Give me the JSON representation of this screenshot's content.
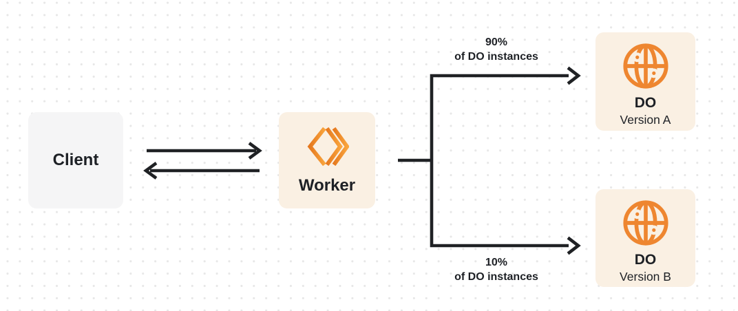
{
  "colors": {
    "accent_orange": "#EE8630",
    "accent_orange_dark": "#E5791F",
    "accent_orange_light": "#F9A43C",
    "box_cream": "#FAF0E3",
    "box_gray": "#F5F5F6",
    "line_dark": "#1F2124",
    "text_dark": "#1D2025",
    "dot_grid": "#E7E7E7"
  },
  "nodes": {
    "client": {
      "label": "Client"
    },
    "worker": {
      "label": "Worker",
      "icon": "cloudflare-workers-icon"
    },
    "do_version_a": {
      "title": "DO",
      "subtitle": "Version A",
      "icon": "durable-object-globe-icon"
    },
    "do_version_b": {
      "title": "DO",
      "subtitle": "Version B",
      "icon": "durable-object-globe-icon"
    }
  },
  "edges": {
    "top_branch": {
      "label_line1": "90%",
      "label_line2": "of DO instances"
    },
    "bottom_branch": {
      "label_line1": "10%",
      "label_line2": "of DO instances"
    }
  }
}
